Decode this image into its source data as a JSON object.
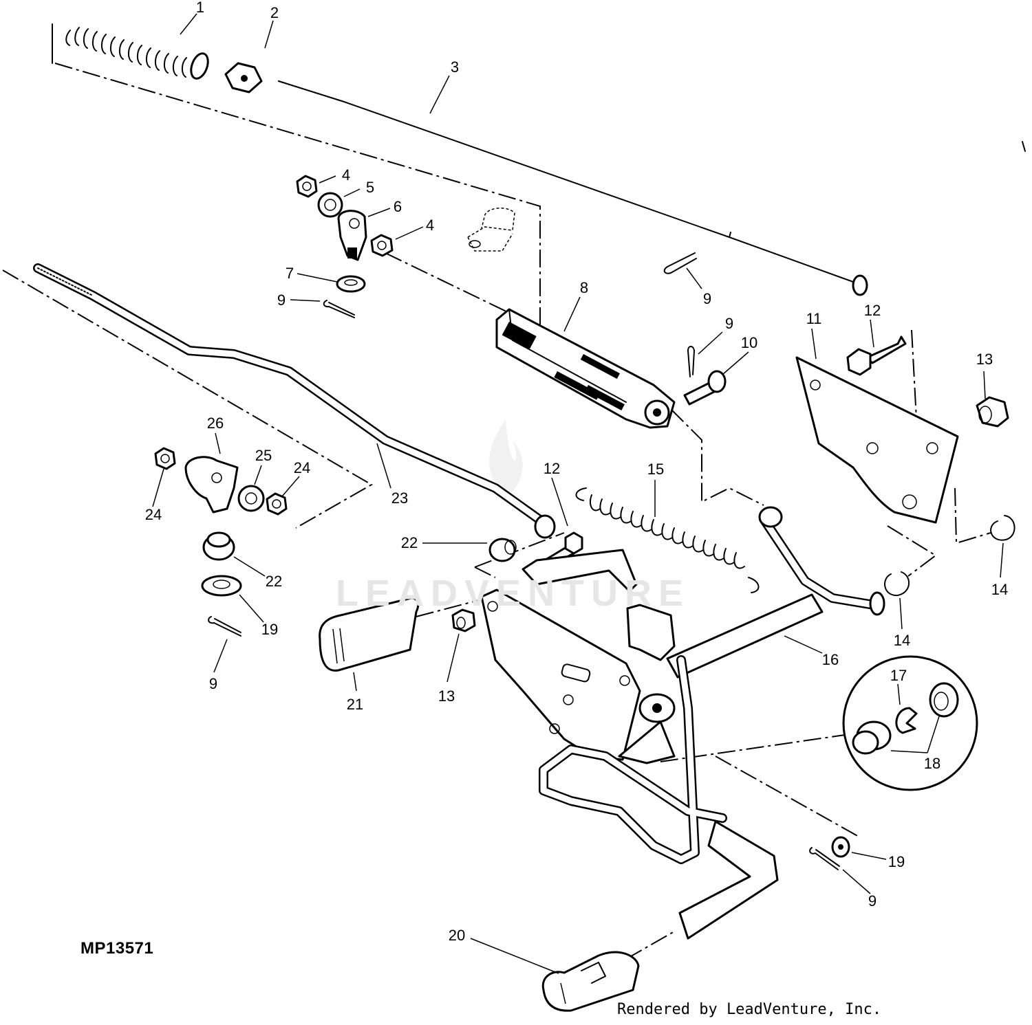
{
  "diagram": {
    "reference_code": "MP13571",
    "credit": "Rendered by LeadVenture, Inc.",
    "watermark": "LEADVENTURE",
    "callouts": [
      "1",
      "2",
      "3",
      "4",
      "5",
      "6",
      "4",
      "7",
      "9",
      "8",
      "9",
      "9",
      "10",
      "11",
      "12",
      "13",
      "26",
      "25",
      "24",
      "24",
      "23",
      "12",
      "15",
      "22",
      "22",
      "19",
      "9",
      "21",
      "13",
      "16",
      "14",
      "14",
      "17",
      "18",
      "19",
      "9",
      "20"
    ]
  }
}
